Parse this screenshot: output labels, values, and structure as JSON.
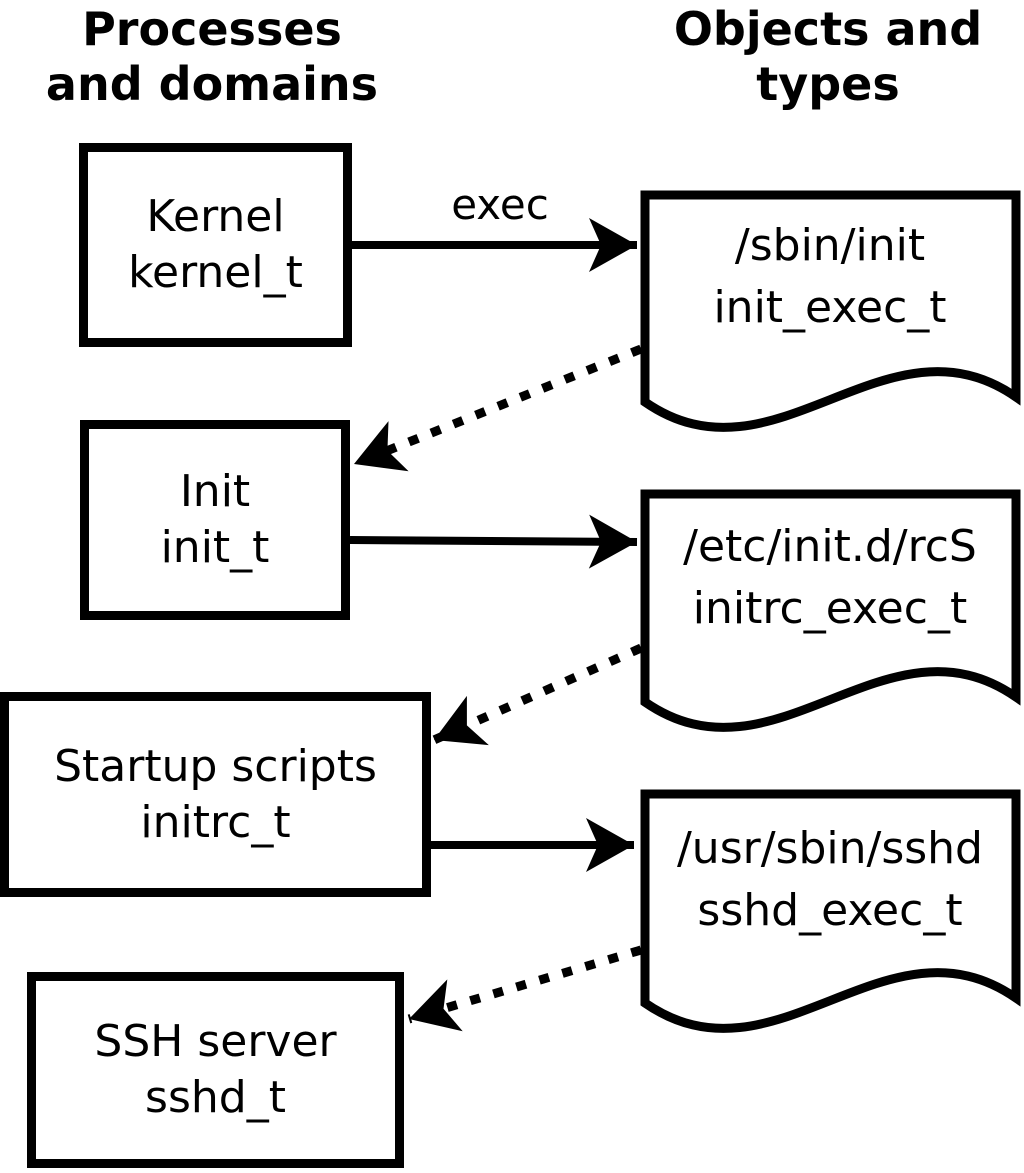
{
  "headers": {
    "left": {
      "line1": "Processes",
      "line2": "and domains"
    },
    "right": {
      "line1": "Objects and",
      "line2": "types"
    }
  },
  "process_boxes": [
    {
      "name": "Kernel",
      "type": "kernel_t"
    },
    {
      "name": "Init",
      "type": "init_t"
    },
    {
      "name": "Startup scripts",
      "type": "initrc_t"
    },
    {
      "name": "SSH server",
      "type": "sshd_t"
    }
  ],
  "object_docs": [
    {
      "path": "/sbin/init",
      "type": "init_exec_t"
    },
    {
      "path": "/etc/init.d/rcS",
      "type": "initrc_exec_t"
    },
    {
      "path": "/usr/sbin/sshd",
      "type": "sshd_exec_t"
    }
  ],
  "arrows": {
    "exec_label": "exec"
  },
  "colors": {
    "line": "#000000",
    "background": "#ffffff"
  }
}
